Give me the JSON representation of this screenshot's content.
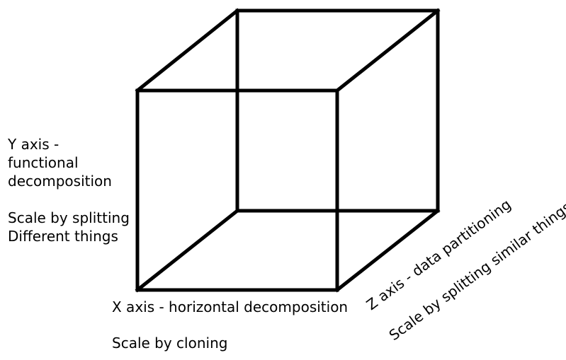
{
  "diagram": {
    "y_axis": {
      "title_line1": "Y axis -",
      "title_line2": "functional",
      "title_line3": "decomposition",
      "desc_line1": "Scale by splitting",
      "desc_line2": "Different things"
    },
    "x_axis": {
      "title": "X axis - horizontal decomposition",
      "desc": "Scale by cloning"
    },
    "z_axis": {
      "title": "Z axis - data partitioning",
      "desc": "Scale by splitting similar things"
    }
  }
}
